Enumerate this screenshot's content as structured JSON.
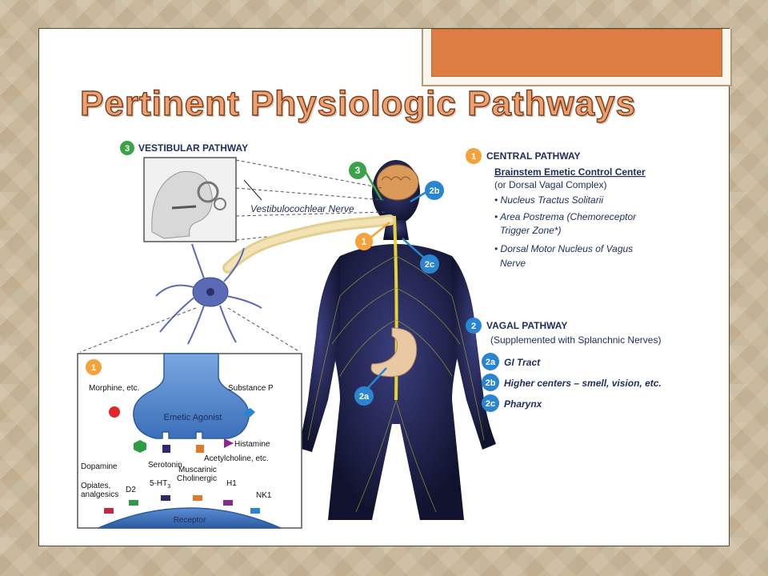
{
  "slide": {
    "title": "Pertinent Physiologic Pathways"
  },
  "figure": {
    "vestibular": {
      "badge": "3",
      "heading": "VESTIBULAR PATHWAY",
      "nerve_label": "Vestibulocochlear Nerve"
    },
    "central": {
      "badge": "1",
      "heading": "CENTRAL PATHWAY",
      "subheading": "Brainstem Emetic Control Center",
      "note": "(or Dorsal Vagal Complex)",
      "items": [
        "• Nucleus Tractus Solitarii",
        "• Area Postrema (Chemoreceptor",
        "Trigger Zone*)",
        "• Dorsal Motor Nucleus of Vagus",
        "Nerve"
      ]
    },
    "vagal": {
      "badge": "2",
      "heading": "VAGAL PATHWAY",
      "note": "(Supplemented with Splanchnic Nerves)",
      "items": [
        {
          "badge": "2a",
          "label": "GI Tract"
        },
        {
          "badge": "2b",
          "label": "Higher centers – smell, vision, etc."
        },
        {
          "badge": "2c",
          "label": "Pharynx"
        }
      ]
    },
    "body_badges": {
      "b3": "3",
      "b2b": "2b",
      "b1": "1",
      "b2c": "2c",
      "b2a": "2a"
    },
    "synapse": {
      "badge": "1",
      "agonist": "Emetic Agonist",
      "morphine": "Morphine, etc.",
      "substance_p": "Substance P",
      "histamine": "Histamine",
      "dopamine": "Dopamine",
      "serotonin": "Serotonin",
      "acetylcholine": "Acetylcholine, etc.",
      "muscarinic_1": "Muscarinic",
      "muscarinic_2": "Cholinergic",
      "opiates_1": "Opiates,",
      "opiates_2": "analgesics",
      "d2": "D2",
      "ht3": "5-HT",
      "ht3_sub": "3",
      "h1": "H1",
      "nk1": "NK1",
      "receptor": "Receptor"
    }
  },
  "colors": {
    "accent_orange": "#dd7d43",
    "badge_orange": "#f5a23c",
    "badge_blue": "#2a85d0",
    "badge_green": "#3aa34a",
    "text_navy": "#1f2c5c",
    "body_dark": "#1c1f4a",
    "nerve_yellow": "#e7d23a"
  }
}
